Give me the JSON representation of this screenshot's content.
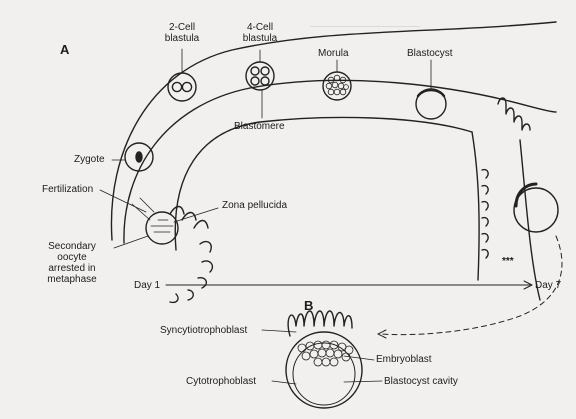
{
  "panel_a": "A",
  "panel_b": "B",
  "stages": {
    "two_cell": [
      "2-Cell",
      "blastula"
    ],
    "four_cell": [
      "4-Cell",
      "blastula"
    ],
    "morula": "Morula",
    "blastocyst": "Blastocyst"
  },
  "labels": {
    "blastomere": "Blastomere",
    "zygote": "Zygote",
    "fertilization": "Fertilization",
    "zona_pellucida": "Zona pellucida",
    "oocyte": [
      "Secondary",
      "oocyte",
      "arrested in",
      "metaphase"
    ],
    "day1": "Day 1",
    "day7": "Day 7",
    "syncytiotrophoblast": "Syncytiotrophoblast",
    "embryoblast": "Embryoblast",
    "cytotrophoblast": "Cytotrophoblast",
    "blastocyst_cavity": "Blastocyst cavity",
    "stars": "***"
  }
}
